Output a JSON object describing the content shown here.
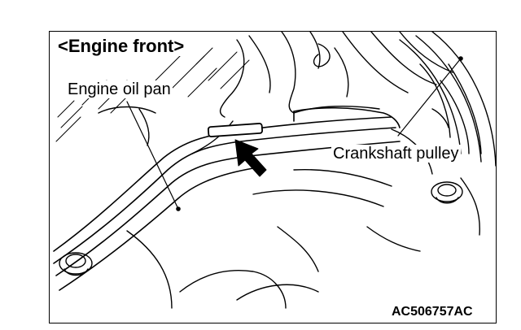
{
  "diagram": {
    "view_label": "<Engine front>",
    "callouts": {
      "oil_pan": "Engine oil pan",
      "crankshaft_pulley": "Crankshaft pulley"
    },
    "figure_code": "AC506757AC"
  },
  "colors": {
    "line": "#000000",
    "background": "#ffffff"
  },
  "icons": {
    "pointer": "arrow-icon"
  }
}
